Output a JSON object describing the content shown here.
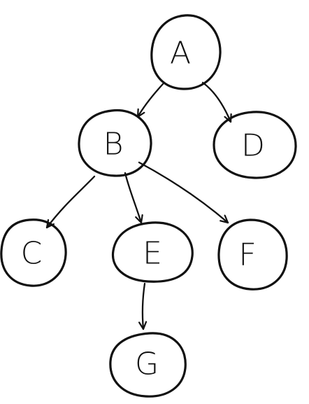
{
  "graph": {
    "nodes": [
      {
        "id": "A",
        "label": "A"
      },
      {
        "id": "B",
        "label": "B"
      },
      {
        "id": "D",
        "label": "D"
      },
      {
        "id": "C",
        "label": "C"
      },
      {
        "id": "E",
        "label": "E"
      },
      {
        "id": "F",
        "label": "F"
      },
      {
        "id": "G",
        "label": "G"
      }
    ],
    "edges": [
      {
        "from": "A",
        "to": "B"
      },
      {
        "from": "A",
        "to": "D"
      },
      {
        "from": "B",
        "to": "C"
      },
      {
        "from": "B",
        "to": "E"
      },
      {
        "from": "B",
        "to": "F"
      },
      {
        "from": "E",
        "to": "G"
      }
    ],
    "stroke_color": "#111111",
    "background_color": "#ffffff"
  }
}
